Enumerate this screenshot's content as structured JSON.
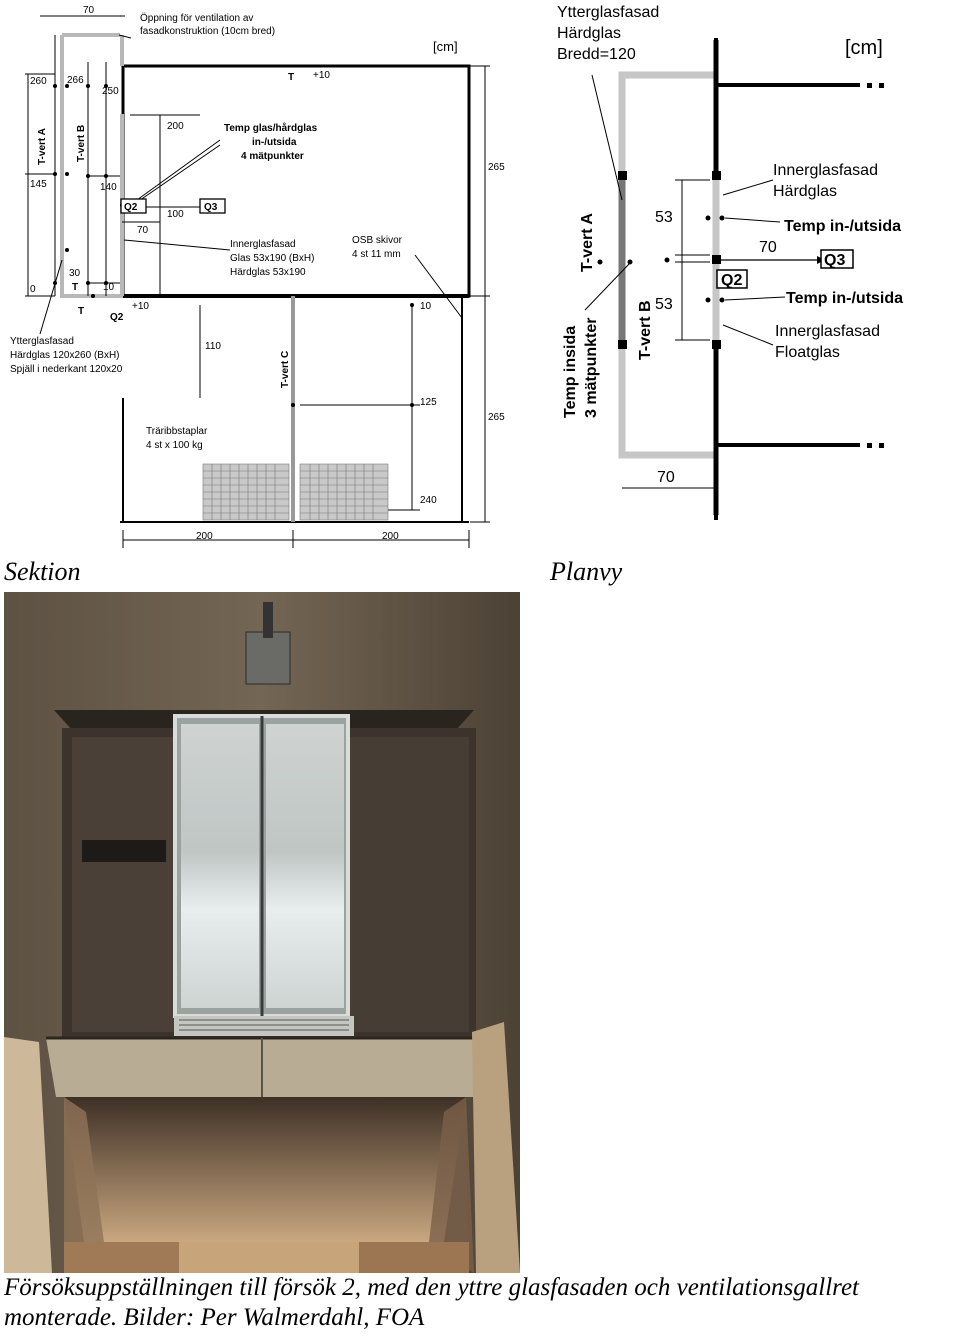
{
  "section_drawing": {
    "unit": "[cm]",
    "dims": {
      "top_width": "70",
      "h260": "260",
      "h266": "266",
      "h250": "250",
      "h145": "145",
      "h140": "140",
      "h30": "30",
      "h10a": "10",
      "h0": "0",
      "h200": "200",
      "h100": "100",
      "h70": "70",
      "p10a": "+10",
      "p10b": "+10",
      "h265a": "265",
      "h265b": "265",
      "h110": "110",
      "h10b": "10",
      "h125": "125",
      "h240": "240",
      "bottom_left": "200",
      "bottom_right": "200"
    },
    "labels": {
      "vent_opening": [
        "Öppning för ventilation av",
        "fasadkonstruktion (10cm bred)"
      ],
      "temp_glass": [
        "Temp glas/hårdglas",
        "in-/utsida",
        "4 mätpunkter"
      ],
      "q2": "Q2",
      "q3": "Q3",
      "q2_bottom": "Q2",
      "t_vert_a": "T-vert A",
      "t_vert_b": "T-vert B",
      "t_vert_c": "T-vert C",
      "t": "T",
      "inner_facade": [
        "Innerglasfasad",
        "Glas 53x190 (BxH)",
        "Härdglas 53x190"
      ],
      "osb": [
        "OSB skivor",
        "4 st 11 mm"
      ],
      "outer_facade": [
        "Ytterglasfasad",
        "Härdglas 120x260 (BxH)",
        "Spjäll i nederkant 120x20"
      ],
      "pallets": [
        "Träribbstaplar",
        "4 st x 100 kg"
      ]
    }
  },
  "plan_drawing": {
    "unit": "[cm]",
    "outer": [
      "Ytterglasfasad",
      "Härdglas",
      "Bredd=120"
    ],
    "inner_top": [
      "Innerglasfasad",
      "Härdglas"
    ],
    "inner_bottom": [
      "Innerglasfasad",
      "Floatglas"
    ],
    "temp1": "Temp in-/utsida",
    "temp2": "Temp in-/utsida",
    "temp_inside": [
      "Temp insida",
      "3 mätpunkter"
    ],
    "t_vert_a": "T-vert A",
    "t_vert_b": "T-vert B",
    "d53a": "53",
    "d53b": "53",
    "d70": "70",
    "d70b": "70",
    "q2": "Q2",
    "q3": "Q3"
  },
  "section_label": "Sektion",
  "plan_label": "Planvy",
  "caption": {
    "line1": "Försöksuppställningen till försök 2, med den yttre glasfasaden och ventilationsgallret",
    "line2": "monterade. Bilder: Per Walmerdahl, FOA"
  }
}
